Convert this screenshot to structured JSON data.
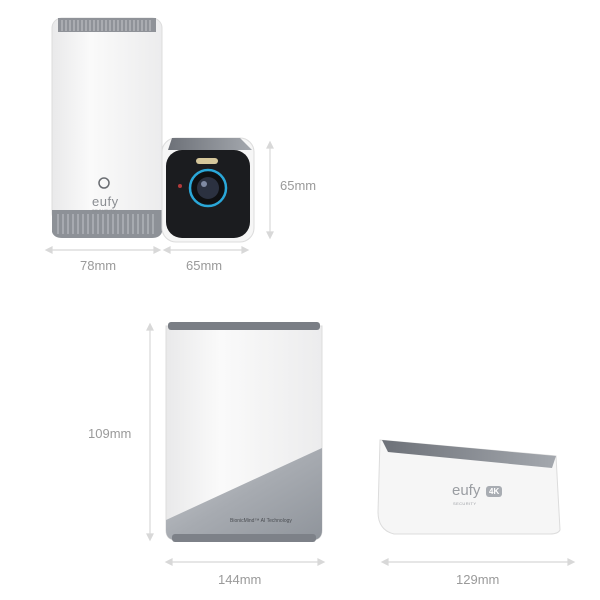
{
  "dimensions": {
    "hub_width": "78mm",
    "camera_width": "65mm",
    "camera_height": "65mm",
    "hub_height": "109mm",
    "hub_depth": "144mm",
    "camera_depth": "129mm"
  },
  "branding": {
    "logo": "eufy",
    "sublogo": "SECURITY",
    "resolution_badge": "4K",
    "hub_panel_text": "BionicMind™ AI Technology"
  },
  "colors": {
    "background": "#ffffff",
    "device_white": "#f4f4f4",
    "hub_silver": "#a9adb3",
    "camera_face": "#1b1c1f",
    "lens_ring": "#2aa7d8",
    "dimension_line": "#d8d8d8",
    "dimension_text": "#9a9a9a"
  }
}
